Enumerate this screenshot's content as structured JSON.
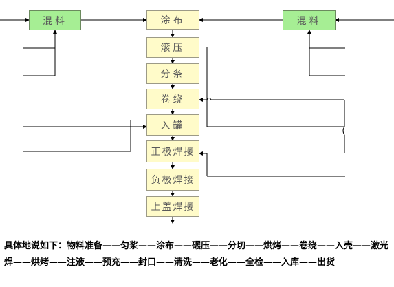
{
  "mix_left": "混料",
  "mix_right": "混料",
  "steps": [
    "涂布",
    "滚压",
    "分条",
    "卷绕",
    "入罐",
    "正极焊接",
    "负极焊接",
    "上盖焊接"
  ],
  "description": "具体地说如下：物料准备——匀浆——涂布——碾压——分切——烘烤——卷绕——入壳——激光焊——烘烤——注液——预充——封口——清洗——老化——全检——入库——出货"
}
